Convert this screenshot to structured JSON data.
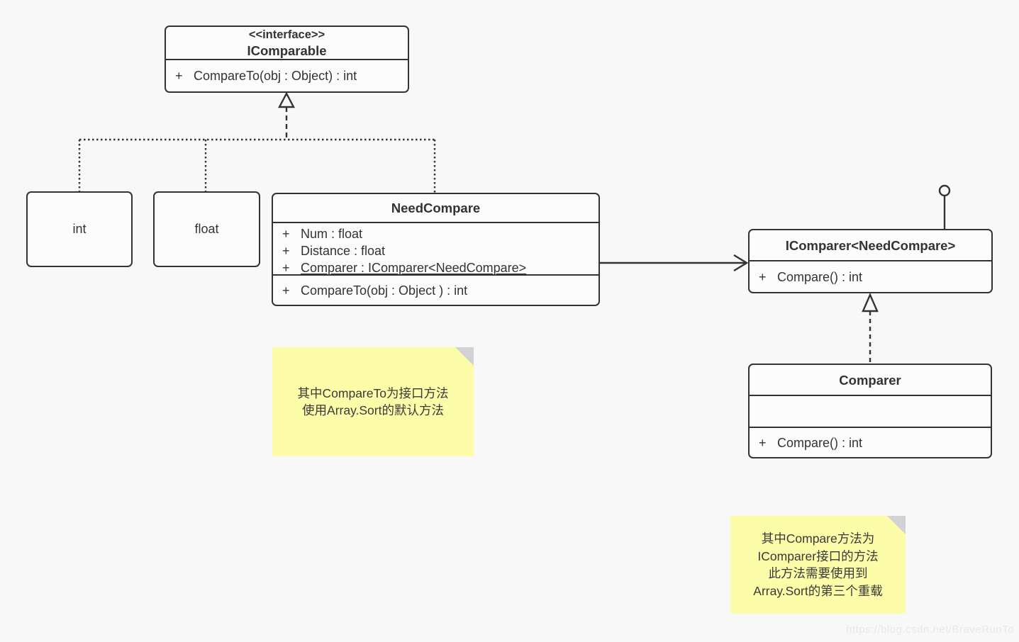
{
  "classes": {
    "icomparable": {
      "stereotype": "<<interface>>",
      "name": "IComparable",
      "methods": [
        {
          "sign": "+",
          "text": "CompareTo(obj : Object) : int"
        }
      ]
    },
    "int_type": {
      "name": "int"
    },
    "float_type": {
      "name": "float"
    },
    "needcompare": {
      "name": "NeedCompare",
      "attributes": [
        {
          "sign": "+",
          "text": "Num : float"
        },
        {
          "sign": "+",
          "text": "Distance : float"
        },
        {
          "sign": "+",
          "text": "Comparer : IComparer<NeedCompare>",
          "static": true
        }
      ],
      "methods": [
        {
          "sign": "+",
          "text": "CompareTo(obj : Object ) : int"
        }
      ]
    },
    "icomparer": {
      "name": "IComparer<NeedCompare>",
      "methods": [
        {
          "sign": "+",
          "text": "Compare() : int"
        }
      ]
    },
    "comparer": {
      "name": "Comparer",
      "methods": [
        {
          "sign": "+",
          "text": "Compare() : int"
        }
      ]
    }
  },
  "notes": {
    "compareto_note": {
      "lines": [
        "其中CompareTo为接口方法",
        "使用Array.Sort的默认方法"
      ]
    },
    "compare_note": {
      "lines": [
        "其中Compare方法为",
        "IComparer接口的方法",
        "此方法需要使用到",
        "Array.Sort的第三个重载"
      ]
    }
  },
  "watermark": "https://blog.csdn.net/BraveRunTo",
  "colors": {
    "background": "#f8f8f8",
    "box_fill": "#fcfcfc",
    "line": "#333333",
    "note_fill": "#fdfca8",
    "note_fold": "#d2d2d6",
    "watermark_text": "#e8e8e8"
  }
}
